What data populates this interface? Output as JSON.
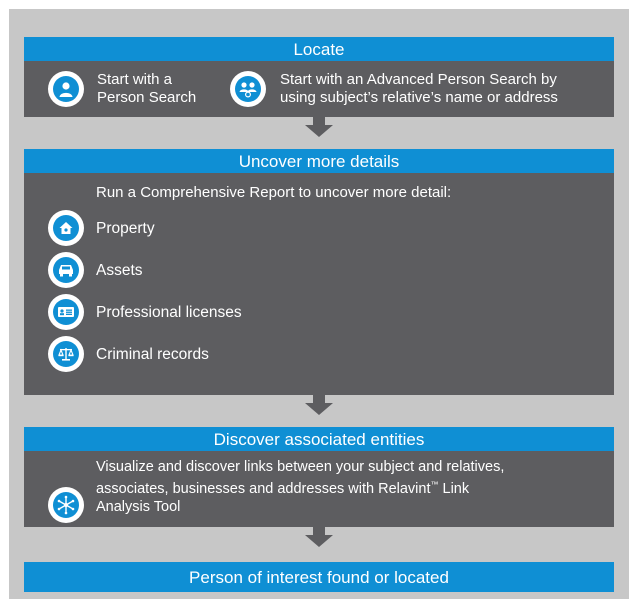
{
  "colors": {
    "accent": "#0f8fd4",
    "panel": "#5d5d60",
    "background": "#c7c7c7",
    "text": "#ffffff"
  },
  "locate": {
    "title": "Locate",
    "option1": {
      "icon": "person-icon",
      "line1": "Start with a",
      "line2": "Person Search"
    },
    "option2": {
      "icon": "group-search-icon",
      "line1": "Start with an Advanced Person Search by",
      "line2": "using subject’s relative’s name or address"
    }
  },
  "uncover": {
    "title": "Uncover more details",
    "intro": "Run a Comprehensive Report to uncover more detail:",
    "items": [
      {
        "icon": "house-icon",
        "label": "Property"
      },
      {
        "icon": "car-icon",
        "label": "Assets"
      },
      {
        "icon": "id-card-icon",
        "label": "Professional licenses"
      },
      {
        "icon": "scales-icon",
        "label": "Criminal records"
      }
    ]
  },
  "discover": {
    "title": "Discover associated entities",
    "icon": "network-icon",
    "line1": "Visualize and discover links between your subject and relatives,",
    "line2_pre": "associates, businesses and addresses with Relavint",
    "line2_tm": "™",
    "line2_post": " Link",
    "line3": "Analysis Tool"
  },
  "result": {
    "title": "Person of interest found or located"
  }
}
